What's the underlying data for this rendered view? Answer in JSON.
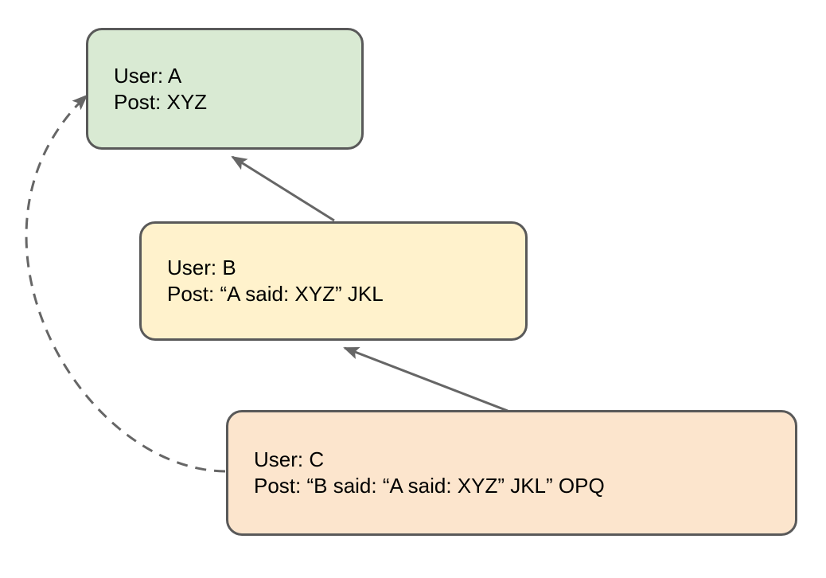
{
  "diagram": {
    "nodes": [
      {
        "id": "A",
        "user_line": "User: A",
        "post_line": "Post: XYZ",
        "fill": "#d9ead3"
      },
      {
        "id": "B",
        "user_line": "User: B",
        "post_line": "Post: “A said: XYZ” JKL",
        "fill": "#fff2cc"
      },
      {
        "id": "C",
        "user_line": "User: C",
        "post_line": "Post: “B said: “A said: XYZ” JKL” OPQ",
        "fill": "#fce5cd"
      }
    ],
    "edges": [
      {
        "from": "B",
        "to": "A",
        "style": "solid"
      },
      {
        "from": "C",
        "to": "B",
        "style": "solid"
      },
      {
        "from": "C",
        "to": "A",
        "style": "dashed"
      }
    ],
    "colors": {
      "background": "#ffffff",
      "node_border": "#595959",
      "arrow": "#666666",
      "text": "#000000"
    }
  }
}
